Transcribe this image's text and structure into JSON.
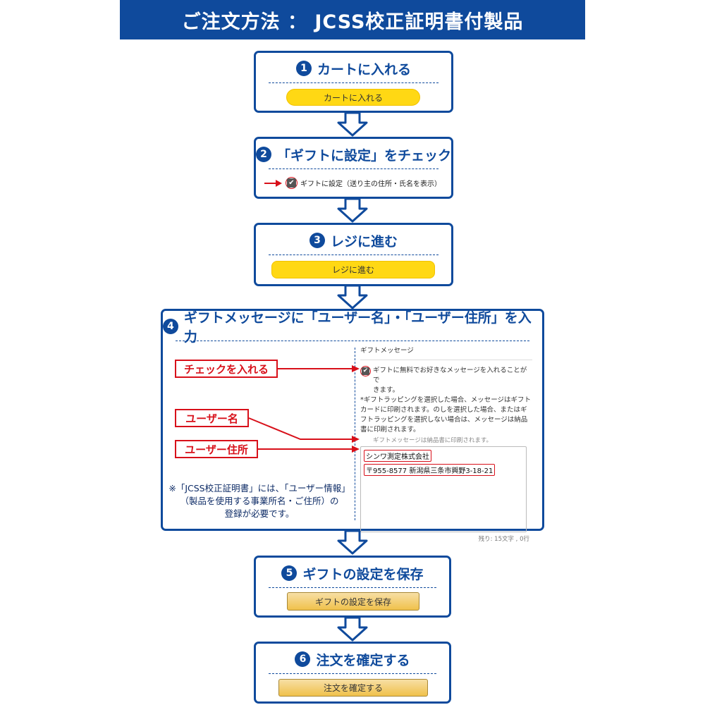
{
  "banner": {
    "title": "ご注文方法 ： JCSS校正証明書付製品"
  },
  "steps": [
    {
      "number": "1",
      "title": "カートに入れる",
      "button": "カートに入れる"
    },
    {
      "number": "2",
      "title": "「ギフトに設定」をチェック",
      "checkbox_label": "ギフトに設定（送り主の住所・氏名を表示）"
    },
    {
      "number": "3",
      "title": "レジに進む",
      "button": "レジに進む"
    },
    {
      "number": "4",
      "title": "ギフトメッセージに「ユーザー名」・「ユーザー住所」を入力"
    },
    {
      "number": "5",
      "title": "ギフトの設定を保存",
      "button": "ギフトの設定を保存"
    },
    {
      "number": "6",
      "title": "注文を確定する",
      "button": "注文を確定する"
    }
  ],
  "step4": {
    "labels": {
      "check": "チェックを入れる",
      "user_name": "ユーザー名",
      "user_address": "ユーザー住所"
    },
    "note_lines": [
      "※「JCSS校正証明書」には、「ユーザー情報」",
      "（製品を使用する事業所名・ご住所）の",
      "登録が必要です。"
    ],
    "panel_title": "ギフトメッセージ",
    "checkbox_lines": [
      "ギフトに無料でお好きなメッセージを入れることがで",
      "きます。"
    ],
    "info_lines": [
      "*ギフトラッピングを選択した場合、メッセージはギフト",
      "カードに印刷されます。のしを選択した場合、またはギ",
      "フトラッピングを選択しない場合は、メッセージは納品",
      "書に印刷されます。"
    ],
    "print_note": "ギフトメッセージは納品書に印刷されます。",
    "message_line1": "シンワ測定株式会社",
    "message_line2": "〒955-8577 新潟県三条市興野3-18-21",
    "counter": "残り: 15文字 , 0行"
  },
  "icons": {
    "check": "✔",
    "arrow_down": "chevron-down-arrow"
  },
  "colors": {
    "brand_blue": "#0f4a9c",
    "accent_red": "#d8101a",
    "button_yellow": "#ffd814"
  }
}
